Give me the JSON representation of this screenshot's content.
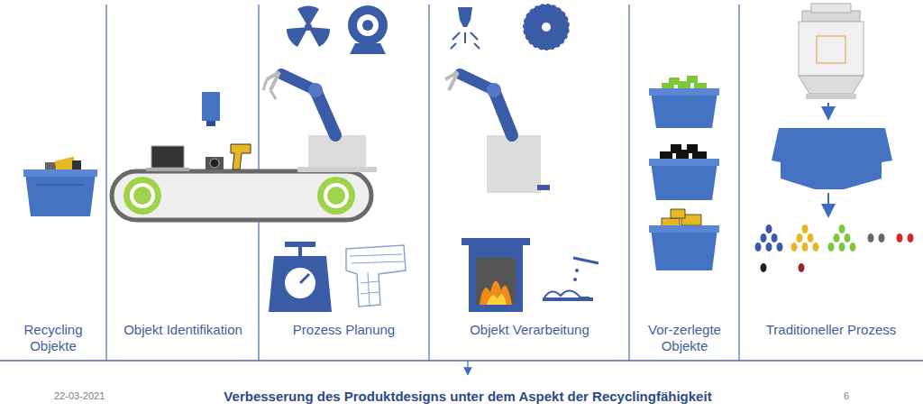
{
  "diagram": {
    "caption": "Verbesserung des Produktdesigns unter dem Aspekt der Recyclingfähigkeit",
    "labels": [
      "Recycling Objekte",
      "Objekt Identifikation",
      "Prozess Planung",
      "Objekt Verarbeitung",
      "Vor-zerlegte Objekte",
      "Traditioneller Prozess",
      "22-03-2021",
      "6"
    ]
  }
}
